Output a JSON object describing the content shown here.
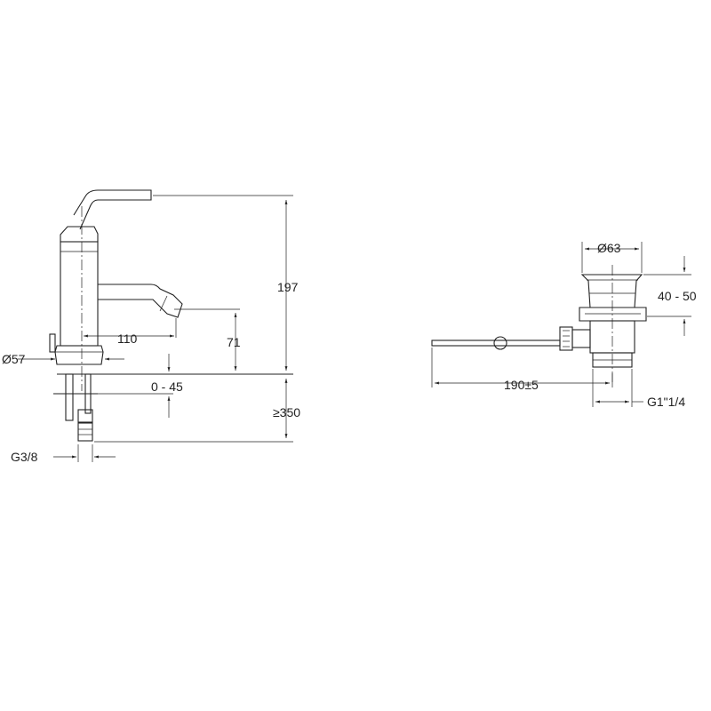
{
  "faucet": {
    "dim_height": "197",
    "dim_spout_reach": "110",
    "dim_spout_height": "71",
    "dim_base_diameter": "Ø57",
    "dim_deck_thickness": "0 - 45",
    "dim_hose_length": "≥350",
    "dim_connection": "G3/8"
  },
  "waste": {
    "dim_flange_diameter": "Ø63",
    "dim_flange_height": "40 - 50",
    "dim_rod_length": "190±5",
    "dim_thread": "G1\"1/4"
  }
}
